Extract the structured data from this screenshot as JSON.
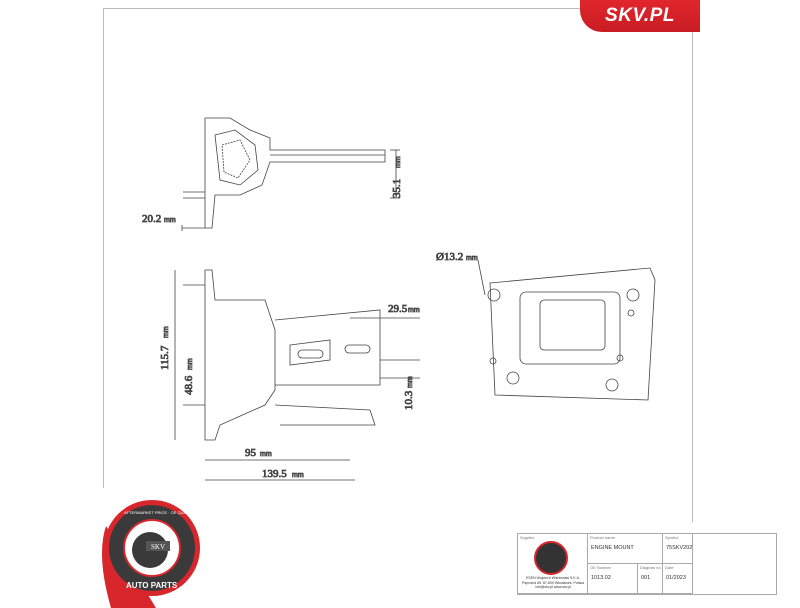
{
  "brand": {
    "logo_text": "SKV.PL",
    "accent_color": "#d7262c"
  },
  "stamp": {
    "ring_text_top": "AFTERMARKET PRICE · OE QUALITY",
    "center_text": "SKV",
    "ring_text_bottom": "AUTO PARTS"
  },
  "dimensions": {
    "d1": {
      "value": "20.2",
      "unit": "mm"
    },
    "d2": {
      "value": "35.1",
      "unit": "mm"
    },
    "d3": {
      "value": "Ø13.2",
      "unit": "mm"
    },
    "d4": {
      "value": "29.5",
      "unit": "mm"
    },
    "d5": {
      "value": "115.7",
      "unit": "mm"
    },
    "d6": {
      "value": "48.6",
      "unit": "mm"
    },
    "d7": {
      "value": "10.3",
      "unit": "mm"
    },
    "d8": {
      "value": "95",
      "unit": "mm"
    },
    "d9": {
      "value": "139.5",
      "unit": "mm"
    }
  },
  "title_block": {
    "supplier_label": "Supplier",
    "supplier_address": "ESEN Wojciech Wiśniewski S.K.A. Paprotna 65, 87-800 Włocławek, Polska info@skv.pl www.skv.pl",
    "product_name_label": "Product name",
    "product_name": "ENGINE MOUNT",
    "symbol_label": "Symbol",
    "symbol": "75SKV202",
    "oe_label": "OE Number",
    "oe": "1013.02",
    "diagram_label": "Diagram no",
    "diagram": "001",
    "date_label": "Date",
    "date": "01/2023"
  }
}
